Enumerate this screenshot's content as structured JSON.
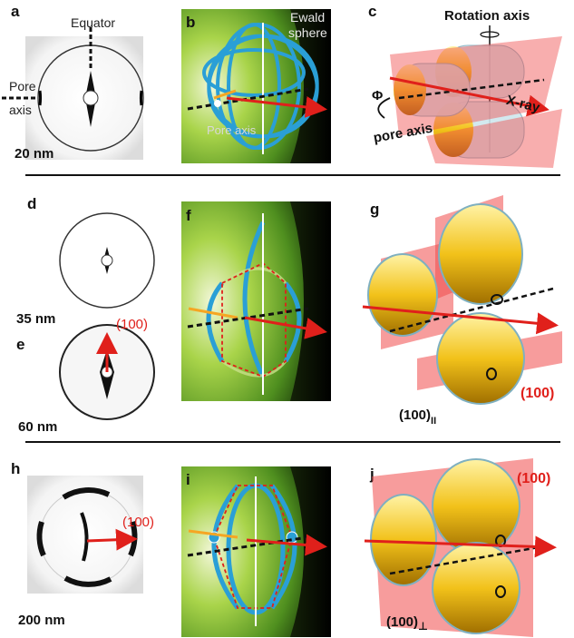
{
  "panels": {
    "a": {
      "letter": "a",
      "top_label": "Equator",
      "left_label_line1": "Pore",
      "left_label_line2": "axis",
      "size_label": "20 nm"
    },
    "b": {
      "letter": "b",
      "ewald_line1": "Ewald",
      "ewald_line2": "sphere",
      "pore_axis_label": "Pore axis"
    },
    "c": {
      "letter": "c",
      "rotation_label": "Rotation axis",
      "phi_label": "Φ",
      "xray_label": "X-ray",
      "pore_axis_label": "pore axis"
    },
    "d": {
      "letter": "d",
      "size_label": "35 nm"
    },
    "e": {
      "letter": "e",
      "peak_label": "(100)",
      "size_label": "60 nm"
    },
    "f": {
      "letter": "f"
    },
    "g": {
      "letter": "g",
      "plane_label": "(100)",
      "orientation_label": "(100)",
      "orientation_sub": "II"
    },
    "h": {
      "letter": "h",
      "peak_label": "(100)",
      "size_label": "200 nm"
    },
    "i": {
      "letter": "i"
    },
    "j": {
      "letter": "j",
      "plane_label": "(100)",
      "orientation_label": "(100)",
      "orientation_sub": "⊥"
    }
  },
  "colors": {
    "ring_blue": "#2a9fd6",
    "ring_light": "#c8e08a",
    "sphere_green": "#8fc63a",
    "red_arrow": "#e0201b",
    "orange_axis": "#f5a623",
    "cylinder_yellow": "#f2c21a",
    "cylinder_glass": "#b9dce6",
    "plane_red": "#f04b4b"
  }
}
